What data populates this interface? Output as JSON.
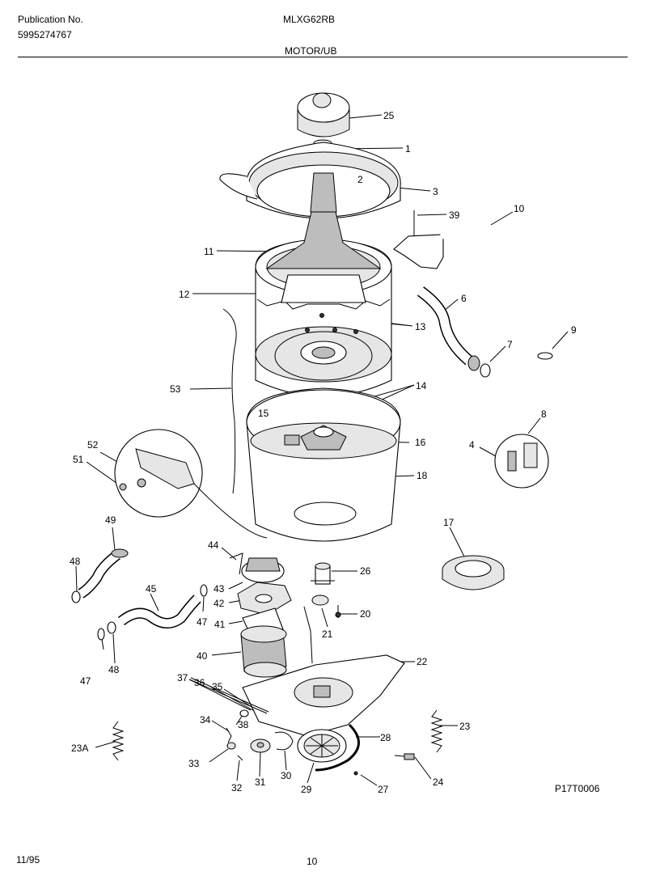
{
  "header": {
    "pub_label": "Publication No.",
    "pub_number": "5995274767",
    "model": "MLXG62RB",
    "section": "MOTOR/UB"
  },
  "footer": {
    "date": "11/95",
    "page": "10",
    "drawing_code": "P17T0006"
  },
  "callouts": {
    "c25a": "25",
    "c1": "1",
    "c2": "2",
    "c3": "3",
    "c39": "39",
    "c10": "10",
    "c11": "11",
    "c12": "12",
    "c6": "6",
    "c9": "9",
    "c13": "13",
    "c7": "7",
    "c53": "53",
    "c14": "14",
    "c15": "15",
    "c16": "16",
    "c8": "8",
    "c4": "4",
    "c52": "52",
    "c51": "51",
    "c18": "18",
    "c49": "49",
    "c17": "17",
    "c48a": "48",
    "c44": "44",
    "c26": "26",
    "c45": "45",
    "c43": "43",
    "c42": "42",
    "c20": "20",
    "c47a": "47",
    "c41": "41",
    "c21": "21",
    "c47b": "47",
    "c48b": "48",
    "c40": "40",
    "c22": "22",
    "c37": "37",
    "c36": "36",
    "c35": "35",
    "c34": "34",
    "c38": "38",
    "c23": "23",
    "c23a": "23A",
    "c28": "28",
    "c33": "33",
    "c32": "32",
    "c31": "31",
    "c30": "30",
    "c29": "29",
    "c27": "27",
    "c24": "24"
  }
}
